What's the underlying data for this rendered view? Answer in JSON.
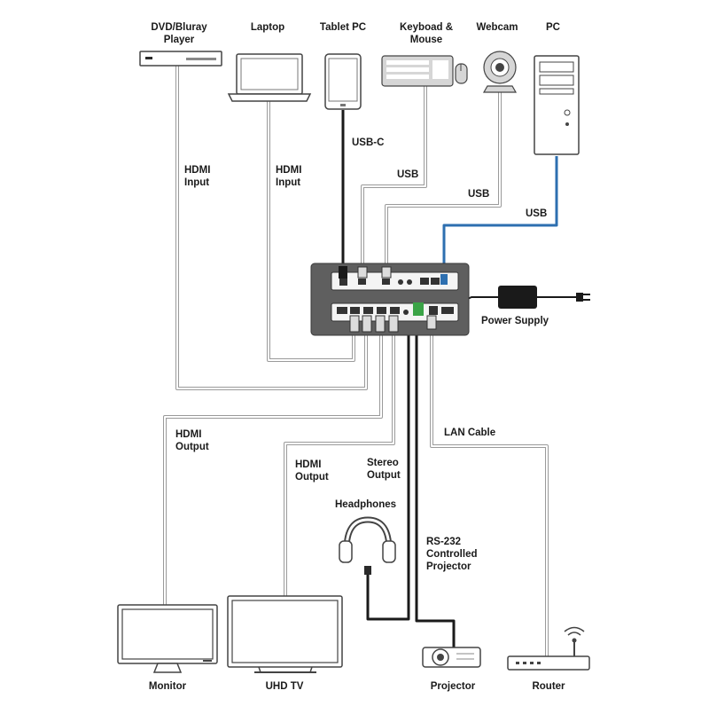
{
  "devices": {
    "dvd": "DVD/Bluray\nPlayer",
    "laptop": "Laptop",
    "tablet": "Tablet PC",
    "keyboard": "Keyboad &\nMouse",
    "webcam": "Webcam",
    "pc": "PC",
    "power": "Power Supply",
    "headphones": "Headphones",
    "rs232": "RS-232\nControlled\nProjector",
    "monitor": "Monitor",
    "uhdtv": "UHD TV",
    "projector": "Projector",
    "router": "Router"
  },
  "cables": {
    "hdmi_input_1": "HDMI\nInput",
    "hdmi_input_2": "HDMI\nInput",
    "usbc": "USB-C",
    "usb_keyboard": "USB",
    "usb_webcam": "USB",
    "usb_pc": "USB",
    "lan": "LAN Cable",
    "hdmi_output_1": "HDMI\nOutput",
    "hdmi_output_2": "HDMI\nOutput",
    "stereo": "Stereo\nOutput"
  },
  "colors": {
    "cable_grey": "#9a9a9a",
    "usb_blue": "#2d6fb0",
    "unit_body": "#5f5f5f"
  }
}
